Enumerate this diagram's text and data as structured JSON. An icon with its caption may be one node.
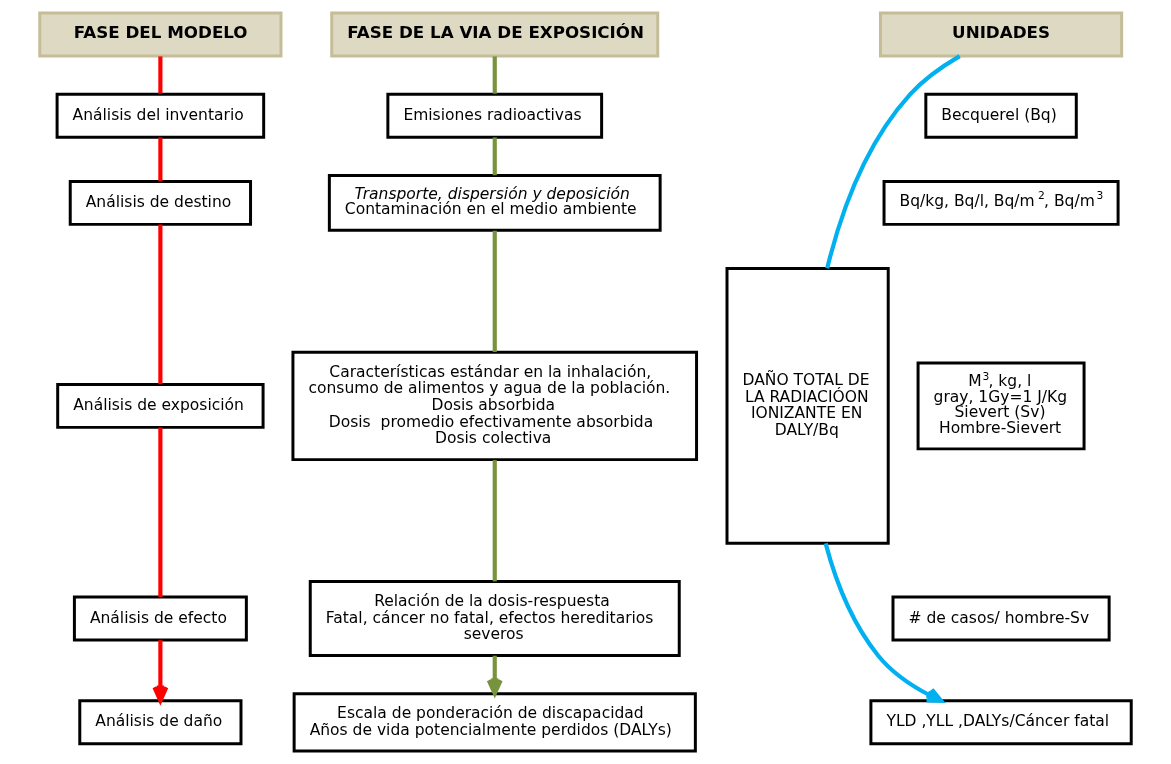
{
  "diagram": {
    "nodes": [
      {
        "text": [
          "FASE DEL MODELO"
        ]
      },
      {
        "text": [
          "FASE DE LA VIA DE EXPOSICIÓN"
        ]
      },
      {
        "text": [
          "UNIDADES"
        ]
      },
      {
        "text": [
          "DAÑO TOTAL DE LA RADIACIÓON IONIZANTE EN DALY/Bq"
        ]
      },
      {
        "text": [
          "Análisis del inventario"
        ]
      },
      {
        "text": [
          "Emisiones radioactivas"
        ]
      },
      {
        "text": [
          "Becquerel (Bq)"
        ]
      },
      {
        "text": [
          "Análisis de destino"
        ]
      },
      {
        "text": [
          "*Transporte, dispersión y deposición*",
          "Contaminación en el medio ambiente"
        ]
      },
      {
        "text": [
          "Bq/kg, Bq/l, Bq/m$^{2}$, Bq/m$^{3}$"
        ]
      },
      {
        "text": [
          "Análisis de exposición"
        ]
      },
      {
        "text": [
          "Características estándar en la inhalación, consumo de alimentos y agua de la población.",
          "Dosis absorbida",
          "Dosis  promedio efectivamente absorbida",
          "Dosis colectiva"
        ]
      },
      {
        "text": [
          "M$^{3}$, kg, l",
          "gray, 1Gy=1 J/Kg",
          "Sievert (Sv)",
          "Hombre-Sievert"
        ]
      },
      {
        "text": [
          "Análisis de efecto"
        ]
      },
      {
        "text": [
          "Relación de la dosis-respuesta",
          "Fatal, cáncer no fatal, efectos hereditarios severos"
        ]
      },
      {
        "text": [
          "# de casos/ hombre-Sv"
        ]
      },
      {
        "text": [
          "Análisis de daño"
        ]
      },
      {
        "text": [
          "Escala de ponderación de discapacidad",
          "Años de vida potencialmente perdidos (DALYs)"
        ]
      },
      {
        "text": [
          "YLD ,YLL ,DALYs/Cáncer fatal"
        ]
      }
    ],
    "edges": [
      {
        "from": 0,
        "to": 4,
        "arrow": "none",
        "color": "#ff0000"
      },
      {
        "from": 4,
        "to": 7,
        "arrow": "none",
        "color": "#ff0000"
      },
      {
        "from": 7,
        "to": 10,
        "arrow": "none",
        "color": "#ff0000"
      },
      {
        "from": 10,
        "to": 13,
        "arrow": "none",
        "color": "#ff0000"
      },
      {
        "from": 13,
        "to": 16,
        "arrow": "to",
        "color": "#ff0000"
      },
      {
        "from": 1,
        "to": 5,
        "arrow": "none",
        "color": "#77933c"
      },
      {
        "from": 5,
        "to": 8,
        "arrow": "none",
        "color": "#77933c"
      },
      {
        "from": 8,
        "to": 11,
        "arrow": "none",
        "color": "#77933c"
      },
      {
        "from": 11,
        "to": 14,
        "arrow": "none",
        "color": "#77933c"
      },
      {
        "from": 14,
        "to": 17,
        "arrow": "to",
        "color": "#77933c"
      },
      {
        "from": 2,
        "to": 3,
        "arrow": "none",
        "color": "#00b0f0"
      },
      {
        "from": 3,
        "to": 18,
        "arrow": "to",
        "color": "#00b0f0"
      }
    ]
  }
}
